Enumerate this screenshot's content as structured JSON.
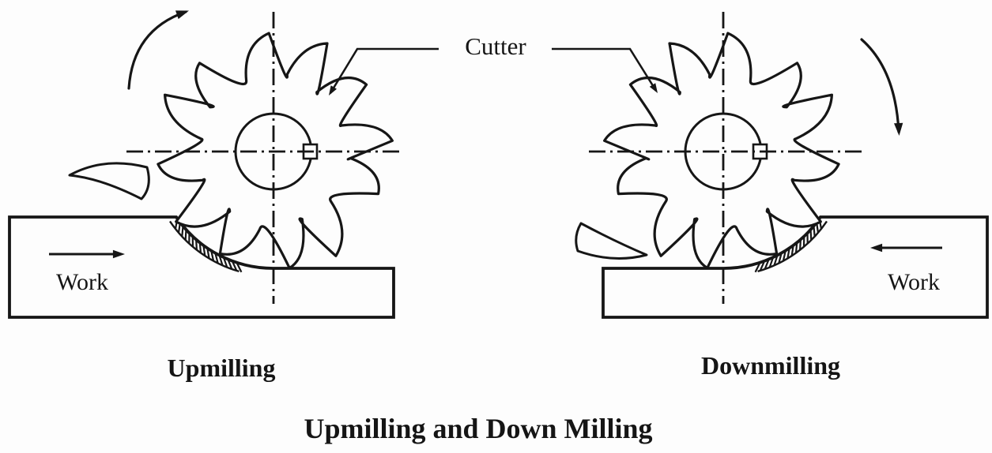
{
  "figure": {
    "cutter_label": "Cutter",
    "title": "Upmilling and Down Milling",
    "left": {
      "work_label": "Work",
      "caption": "Upmilling",
      "feed_arrow_direction": "right",
      "rotation_arrow_direction": "clockwise"
    },
    "right": {
      "work_label": "Work",
      "caption": "Downmilling",
      "feed_arrow_direction": "left",
      "rotation_arrow_direction": "clockwise"
    },
    "colors": {
      "line": "#161616",
      "background": "#fdfdfd"
    }
  }
}
